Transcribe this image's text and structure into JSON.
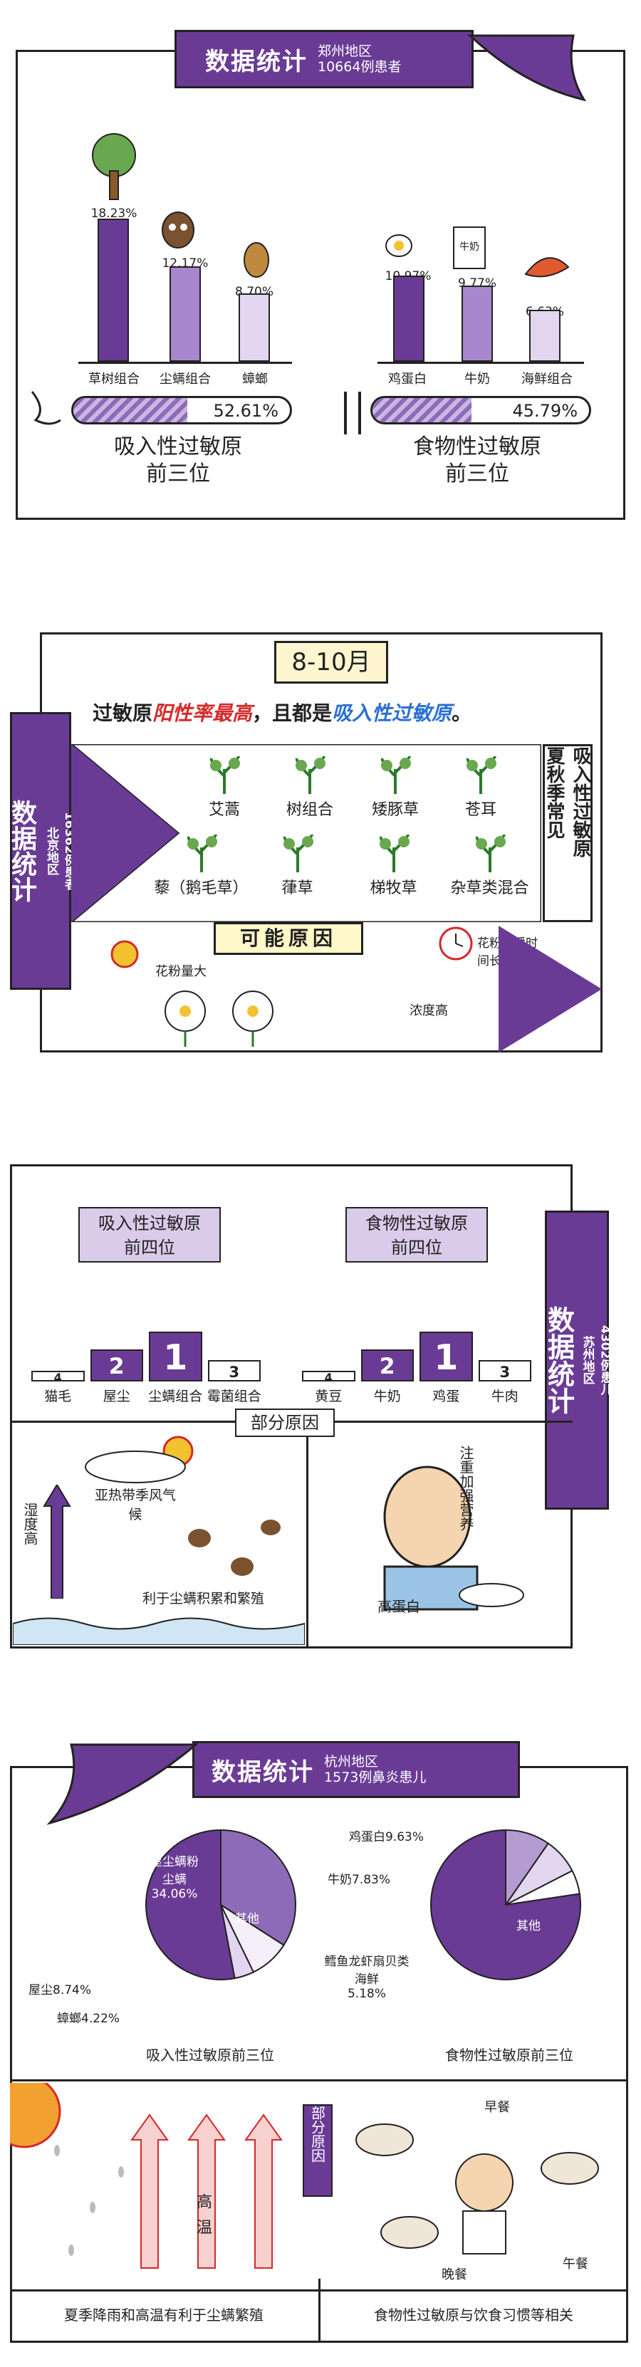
{
  "s1": {
    "title": "数据统计",
    "region": "郑州地区",
    "patients": "10664例患者",
    "inhal": {
      "pcts": [
        "18.23%",
        "12.17%",
        "8.70%"
      ],
      "labels": [
        "草树组合",
        "尘螨组合",
        "蟑螂"
      ],
      "values": [
        18.23,
        12.17,
        8.7
      ],
      "total": "52.61%",
      "total_value": 52.61,
      "caption1": "吸入性过敏原",
      "caption2": "前三位"
    },
    "food": {
      "pcts": [
        "10.97%",
        "9.77%",
        "6.63%"
      ],
      "labels": [
        "鸡蛋白",
        "牛奶",
        "海鲜组合"
      ],
      "values": [
        10.97,
        9.77,
        6.63
      ],
      "total": "45.79%",
      "total_value": 45.79,
      "caption1": "食物性过敏原",
      "caption2": "前三位",
      "milk_box": "牛奶"
    }
  },
  "s2": {
    "months": "8-10月",
    "headline_a": "过敏原",
    "headline_b": "阳性率最高",
    "headline_c": "，且都是",
    "headline_d": "吸入性过敏原",
    "headline_e": "。",
    "side_title": "数据统计",
    "side_region": "北京地区",
    "side_patients": "16362例患者",
    "plants_row1": [
      "艾蒿",
      "树组合",
      "矮豚草",
      "苍耳"
    ],
    "plants_row2": [
      "藜（鹅毛草）",
      "葎草",
      "梯牧草",
      "杂草类混合"
    ],
    "right_a": "夏秋季常见",
    "right_b": "吸入性过敏原",
    "reason": "可能原因",
    "pollen_big": "花粉量大",
    "pollen_long": "花粉散播时间长",
    "density": "浓度高"
  },
  "s3": {
    "inhal_title1": "吸入性过敏原",
    "inhal_title2": "前四位",
    "food_title1": "食物性过敏原",
    "food_title2": "前四位",
    "side_title": "数据统计",
    "side_region": "苏州地区",
    "side_patients": "4302例患儿",
    "inhal_ranks": [
      "4",
      "2",
      "1",
      "3"
    ],
    "inhal_labels": [
      "猫毛",
      "屋尘",
      "尘螨组合",
      "霉菌组合"
    ],
    "food_ranks": [
      "4",
      "2",
      "1",
      "3"
    ],
    "food_labels": [
      "黄豆",
      "牛奶",
      "鸡蛋",
      "牛肉"
    ],
    "reason": "部分原因",
    "humidity": "湿度高",
    "climate": "亚热带季风气候",
    "mite": "利于尘螨积累和繁殖",
    "nutrition": "注重加强营养",
    "protein": "高蛋白"
  },
  "s4": {
    "title": "数据统计",
    "region": "杭州地区",
    "patients": "1573例鼻炎患儿",
    "inhal": {
      "main": "屋尘螨粉尘螨",
      "main_pct": "34.06%",
      "other": "其他",
      "house": "屋尘8.74%",
      "roach": "蟑螂4.22%",
      "caption": "吸入性过敏原前三位",
      "values": [
        34.06,
        8.74,
        4.22
      ]
    },
    "food": {
      "egg": "鸡蛋白9.63%",
      "milk": "牛奶7.83%",
      "sea": "鳕鱼龙虾扇贝类海鲜",
      "sea_pct": "5.18%",
      "other": "其他",
      "caption": "食物性过敏原前三位",
      "values": [
        9.63,
        7.83,
        5.18
      ]
    },
    "temp": "高温",
    "reason": "部分原因",
    "breakfast": "早餐",
    "dinner": "晚餐",
    "lunch": "午餐",
    "bottom_left": "夏季降雨和高温有利于尘螨繁殖",
    "bottom_right": "食物性过敏原与饮食习惯等相关"
  },
  "colors": {
    "purple": "#6a3b95",
    "mid": "#a987cf",
    "light": "#e3d6f0"
  }
}
